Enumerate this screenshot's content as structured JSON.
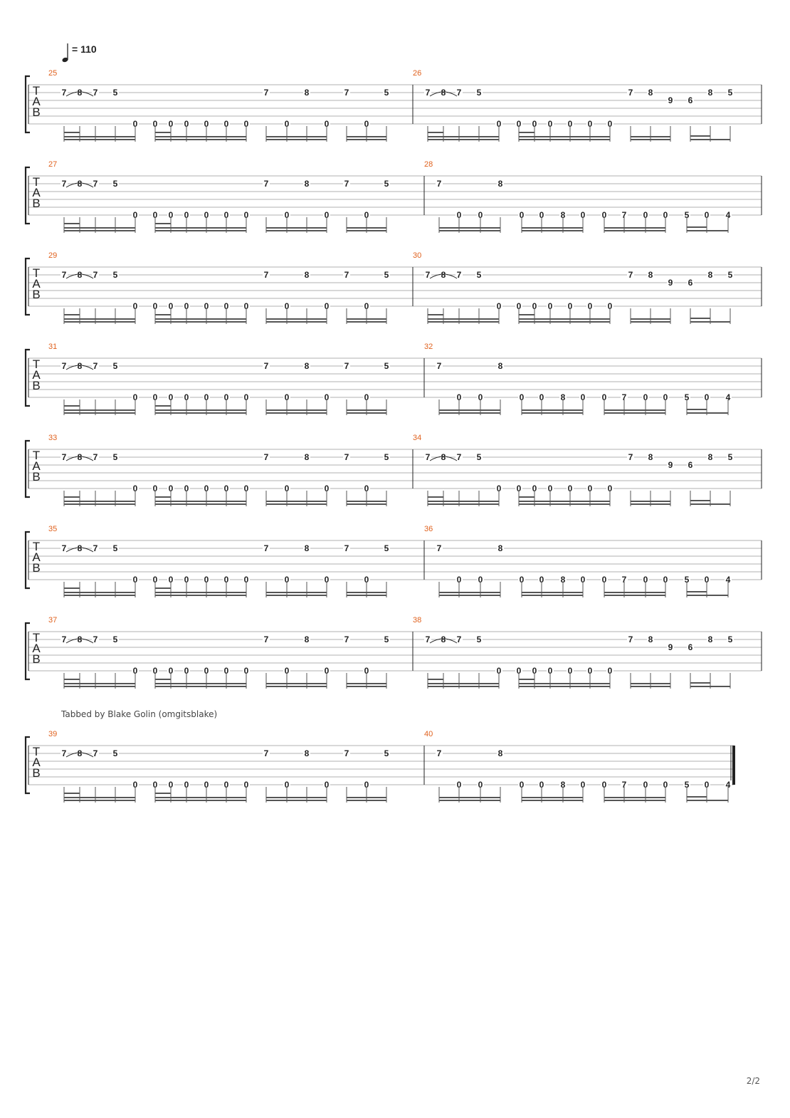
{
  "tempo": {
    "marking": "= 110"
  },
  "credit": "Tabbed by Blake Golin (omgitsblake)",
  "page_number": "2/2",
  "clef_letters": [
    "T",
    "A",
    "B"
  ],
  "colors": {
    "bar_number": "#e0621f",
    "staff_line": "#b0b0b0",
    "ink": "#222222"
  },
  "patterns": {
    "A": [
      [
        "7",
        "B"
      ],
      [
        "8",
        "B"
      ],
      [
        "7",
        "B"
      ],
      [
        "5",
        "B"
      ],
      [
        "0",
        "E"
      ],
      [
        "0",
        "E"
      ],
      [
        "0",
        "E"
      ],
      [
        "0",
        "E"
      ],
      [
        "0",
        "E"
      ],
      [
        "0",
        "E"
      ],
      [
        "0",
        "E"
      ],
      [
        "7",
        "B"
      ],
      [
        "0",
        "E"
      ],
      [
        "8",
        "B"
      ],
      [
        "0",
        "E"
      ],
      [
        "7",
        "B"
      ],
      [
        "0",
        "E"
      ],
      [
        "5",
        "B"
      ]
    ],
    "B": [
      [
        "7",
        "B"
      ],
      [
        "8",
        "B"
      ],
      [
        "7",
        "B"
      ],
      [
        "5",
        "B"
      ],
      [
        "0",
        "E"
      ],
      [
        "0",
        "E"
      ],
      [
        "0",
        "E"
      ],
      [
        "0",
        "E"
      ],
      [
        "0",
        "E"
      ],
      [
        "0",
        "E"
      ],
      [
        "0",
        "E"
      ],
      [
        "7",
        "B"
      ],
      [
        "8",
        "B"
      ],
      [
        "9",
        "G"
      ],
      [
        "6",
        "G"
      ],
      [
        "8",
        "B"
      ],
      [
        "5",
        "B"
      ]
    ],
    "C": [
      [
        "7",
        "B"
      ],
      [
        "0",
        "E"
      ],
      [
        "0",
        "E"
      ],
      [
        "8",
        "B"
      ],
      [
        "0",
        "E"
      ],
      [
        "0",
        "E"
      ],
      [
        "8",
        "E"
      ],
      [
        "0",
        "E"
      ],
      [
        "0",
        "E"
      ],
      [
        "7",
        "E"
      ],
      [
        "0",
        "E"
      ],
      [
        "0",
        "E"
      ],
      [
        "5",
        "E"
      ],
      [
        "0",
        "E"
      ],
      [
        "4",
        "E"
      ]
    ]
  },
  "systems": [
    {
      "measures": [
        {
          "number": "25",
          "pattern": "A"
        },
        {
          "number": "26",
          "pattern": "B"
        }
      ]
    },
    {
      "measures": [
        {
          "number": "27",
          "pattern": "A"
        },
        {
          "number": "28",
          "pattern": "C"
        }
      ]
    },
    {
      "measures": [
        {
          "number": "29",
          "pattern": "A"
        },
        {
          "number": "30",
          "pattern": "B"
        }
      ]
    },
    {
      "measures": [
        {
          "number": "31",
          "pattern": "A"
        },
        {
          "number": "32",
          "pattern": "C"
        }
      ]
    },
    {
      "measures": [
        {
          "number": "33",
          "pattern": "A"
        },
        {
          "number": "34",
          "pattern": "B"
        }
      ]
    },
    {
      "measures": [
        {
          "number": "35",
          "pattern": "A"
        },
        {
          "number": "36",
          "pattern": "C"
        }
      ]
    },
    {
      "measures": [
        {
          "number": "37",
          "pattern": "A"
        },
        {
          "number": "38",
          "pattern": "B"
        }
      ]
    },
    {
      "measures": [
        {
          "number": "39",
          "pattern": "A"
        },
        {
          "number": "40",
          "pattern": "C"
        }
      ],
      "final": true
    }
  ]
}
